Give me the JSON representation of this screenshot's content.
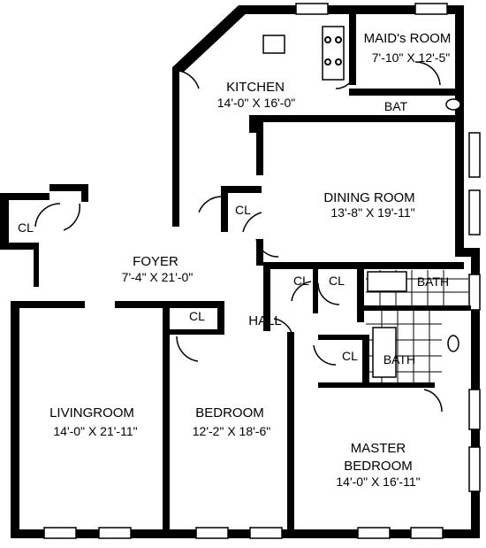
{
  "rooms": {
    "maids_room": {
      "name": "MAID's ROOM",
      "dims": "7'-10\" X 12'-5\""
    },
    "kitchen": {
      "name": "KITCHEN",
      "dims": "14'-0\" X 16'-0\""
    },
    "dining_room": {
      "name": "DINING ROOM",
      "dims": "13'-8\" X 19'-11\""
    },
    "foyer": {
      "name": "FOYER",
      "dims": "7'-4\" X 21'-0\""
    },
    "living_room": {
      "name": "LIVINGROOM",
      "dims": "14'-0\" X 21'-11\""
    },
    "bedroom": {
      "name": "BEDROOM",
      "dims": "12'-2\" X 18'-6\""
    },
    "master_bedroom": {
      "name_line1": "MASTER",
      "name_line2": "BEDROOM",
      "dims": "14'-0\" X 16'-11\""
    },
    "hall": {
      "name": "HALL"
    }
  },
  "closets": {
    "foyer_left": "CL",
    "dining": "CL",
    "hall_1": "CL",
    "hall_2": "CL",
    "bedroom": "CL",
    "master": "CL"
  },
  "baths": {
    "maid_bath": "BAT",
    "bath_upper": "BATH",
    "bath_lower": "BATH"
  }
}
